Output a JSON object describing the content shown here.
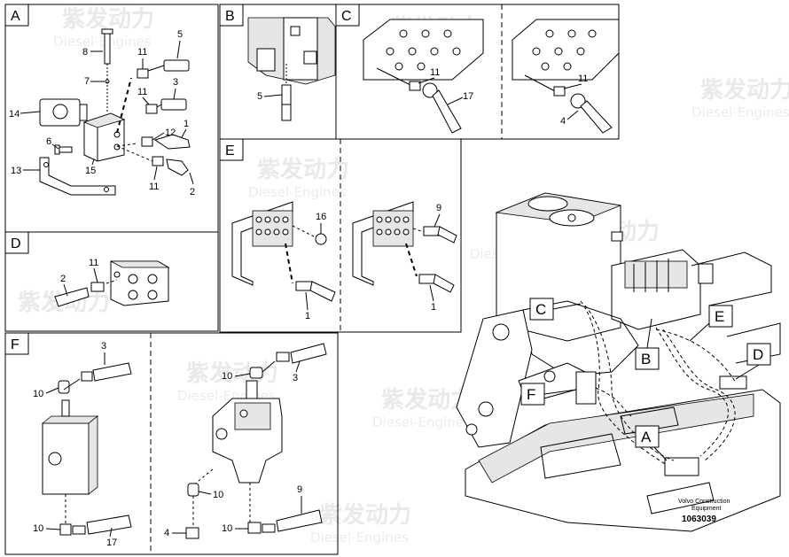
{
  "watermark": {
    "logo": "紫发动力",
    "sub": "Diesel-Engines"
  },
  "sections": {
    "A": {
      "title": "A",
      "labels": [
        "8",
        "5",
        "11",
        "7",
        "11",
        "3",
        "14",
        "12",
        "1",
        "6",
        "15",
        "13",
        "11",
        "2"
      ]
    },
    "B": {
      "title": "B",
      "labels": [
        "5"
      ]
    },
    "C": {
      "title": "C",
      "labels": [
        "11",
        "17",
        "11",
        "4"
      ]
    },
    "D": {
      "title": "D",
      "labels": [
        "2",
        "11"
      ]
    },
    "E": {
      "title": "E",
      "labels": [
        "16",
        "1",
        "9",
        "1"
      ]
    },
    "F": {
      "title": "F",
      "labels": [
        "3",
        "10",
        "10",
        "17",
        "10",
        "3",
        "10",
        "4",
        "9",
        "10"
      ]
    }
  },
  "callouts": [
    "C",
    "E",
    "B",
    "D",
    "F",
    "A"
  ],
  "caption": {
    "line1": "Volvo Construction",
    "line2": "Equipment",
    "doc_number": "1063039"
  }
}
